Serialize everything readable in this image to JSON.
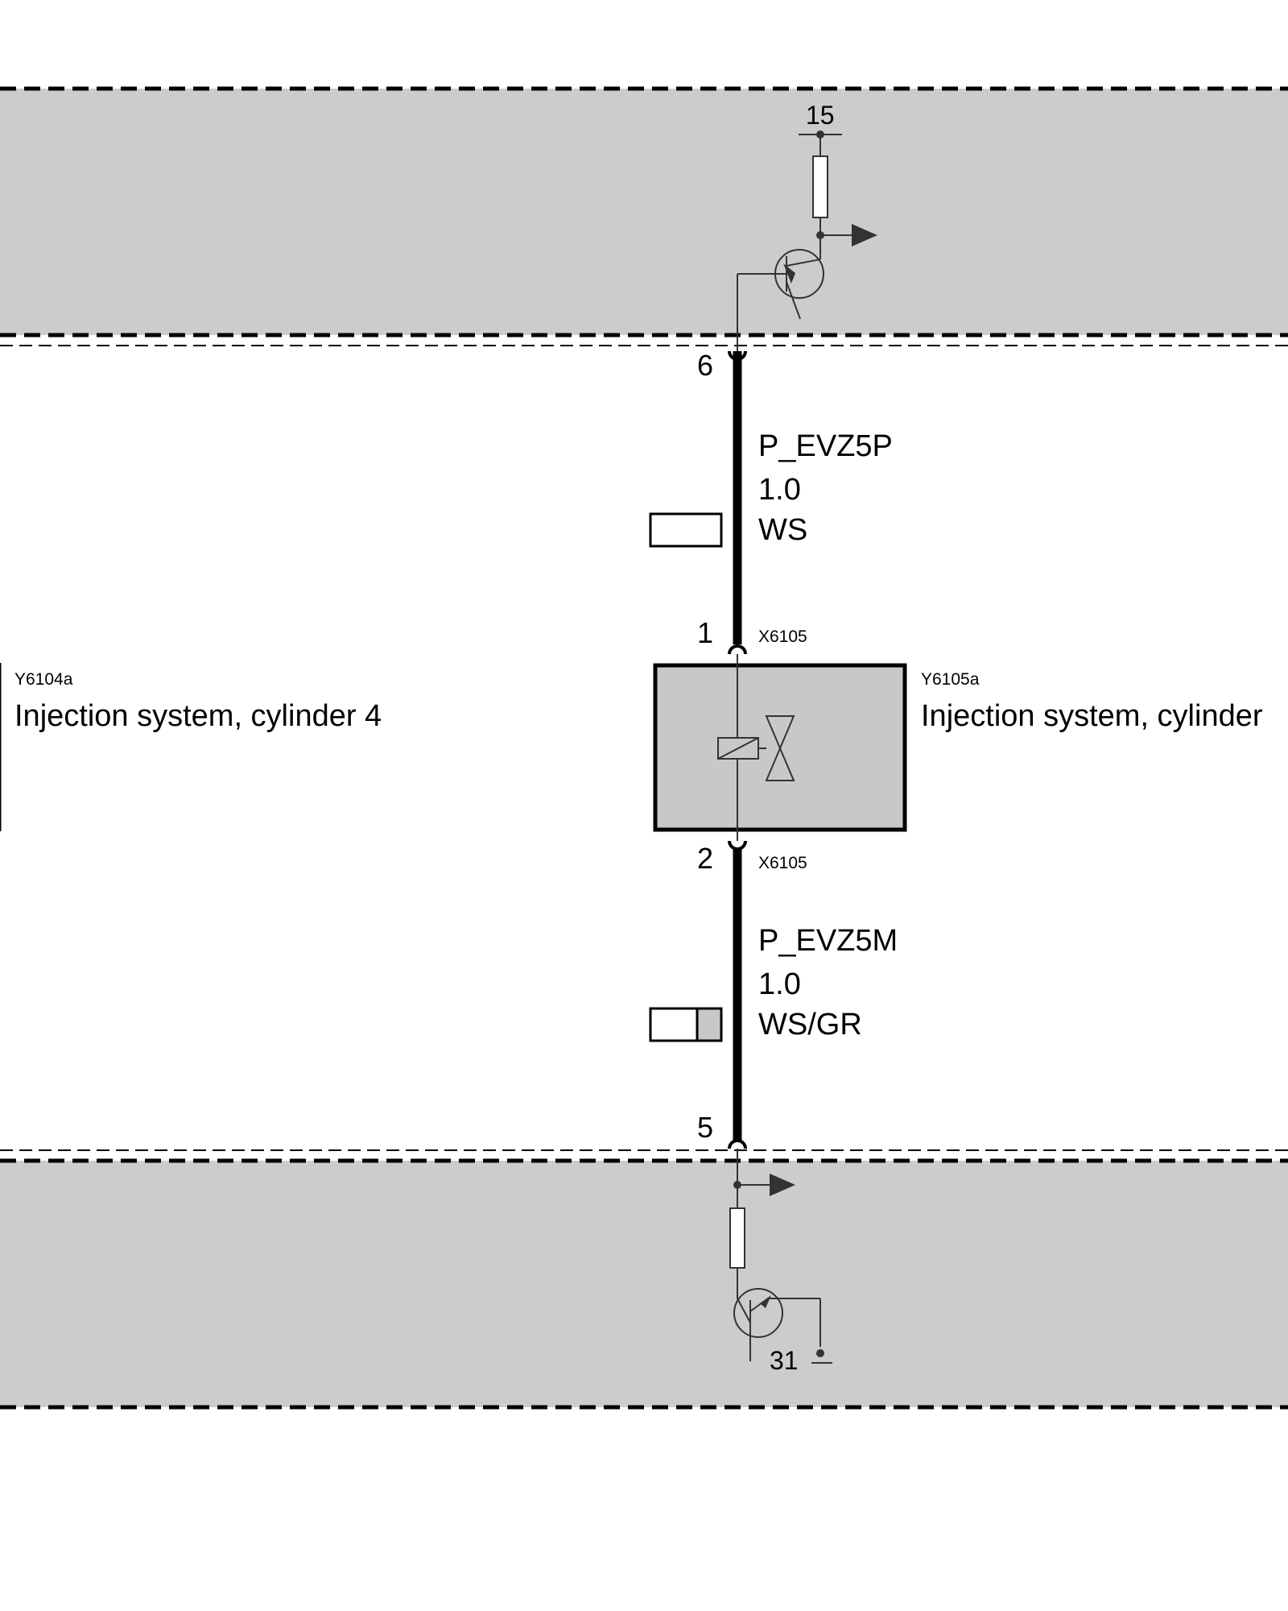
{
  "colors": {
    "band_fill": "#cccccc",
    "component_fill": "#c8c8c8",
    "wire": "#000000",
    "symbol": "#333333"
  },
  "top_module": {
    "terminal_label": "15"
  },
  "bottom_module": {
    "ground_label": "31"
  },
  "pins": {
    "top": "6",
    "component_top": "1",
    "component_bottom": "2",
    "bottom": "5"
  },
  "connector": {
    "top_id": "X6105",
    "bottom_id": "X6105"
  },
  "wire_top": {
    "signal": "P_EVZ5P",
    "gauge": "1.0",
    "color_code": "WS",
    "swatch_icon": "wire-color-swatch-white"
  },
  "wire_bottom": {
    "signal": "P_EVZ5M",
    "gauge": "1.0",
    "color_code": "WS/GR",
    "swatch_icon": "wire-color-swatch-white-grey"
  },
  "component_left": {
    "id": "Y6104a",
    "description": "Injection system, cylinder 4"
  },
  "component_right": {
    "id": "Y6105a",
    "description": "Injection system, cylinder",
    "symbol_icon": "injector-valve-icon"
  }
}
